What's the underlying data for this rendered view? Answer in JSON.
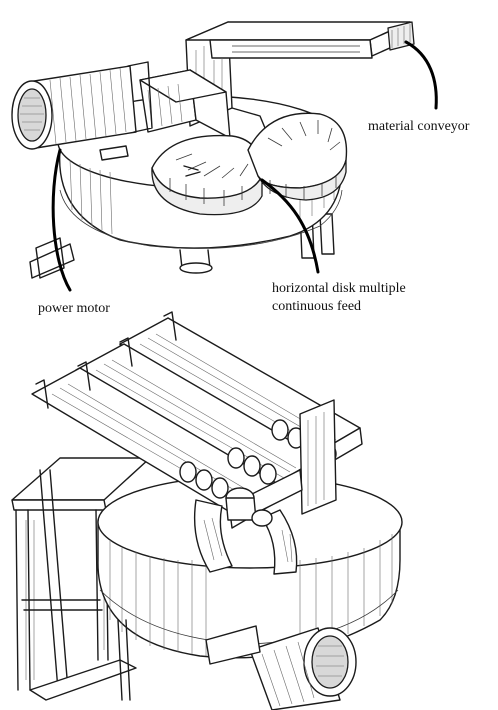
{
  "labels": {
    "material_conveyor": "material conveyor",
    "horizontal_disk_line1": "horizontal disk multiple",
    "horizontal_disk_line2": "continuous feed",
    "power_motor": "power motor"
  },
  "colors": {
    "ink": "#1b1b1b",
    "background": "#ffffff"
  }
}
